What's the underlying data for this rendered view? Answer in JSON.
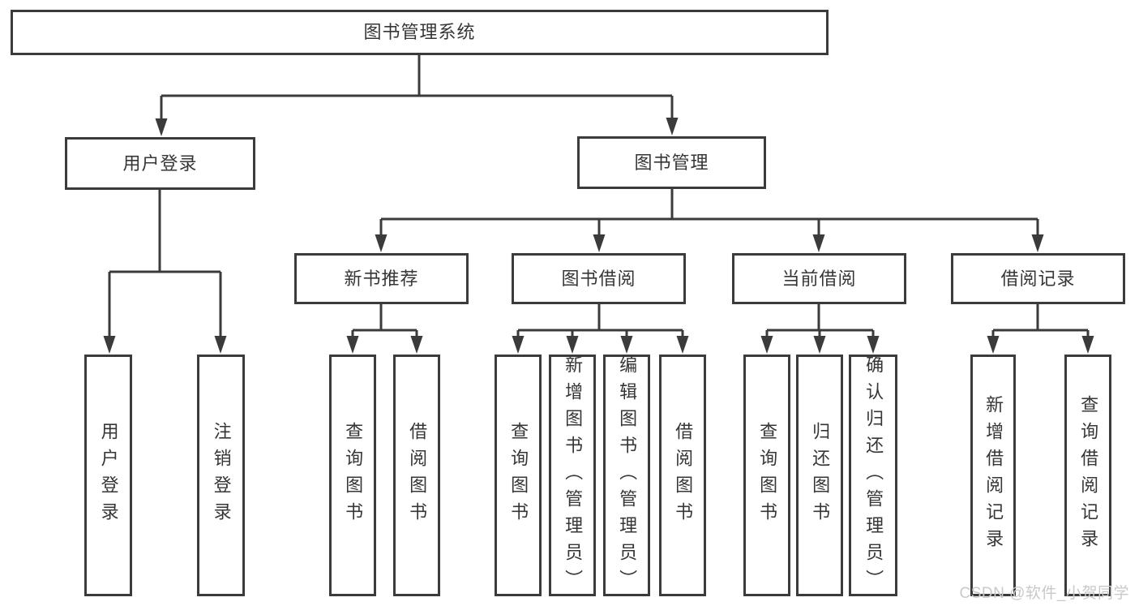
{
  "diagram": {
    "root": {
      "label": "图书管理系统"
    },
    "branches": [
      {
        "label": "用户登录",
        "children": [
          {
            "label": "用户登录"
          },
          {
            "label": "注销登录"
          }
        ]
      },
      {
        "label": "图书管理",
        "children": [
          {
            "label": "新书推荐",
            "children": [
              {
                "label": "查询图书"
              },
              {
                "label": "借阅图书"
              }
            ]
          },
          {
            "label": "图书借阅",
            "children": [
              {
                "label": "查询图书"
              },
              {
                "label": "新增图书（管理员）"
              },
              {
                "label": "编辑图书（管理员）"
              },
              {
                "label": "借阅图书"
              }
            ]
          },
          {
            "label": "当前借阅",
            "children": [
              {
                "label": "查询图书"
              },
              {
                "label": "归还图书"
              },
              {
                "label": "确认归还（管理员）"
              }
            ]
          },
          {
            "label": "借阅记录",
            "children": [
              {
                "label": "新增借阅记录"
              },
              {
                "label": "查询借阅记录"
              }
            ]
          }
        ]
      }
    ],
    "watermark": "CSDN @软件_小贺同学",
    "colors": {
      "line": "#3b3b3b",
      "text": "#363636",
      "watermark": "#c9c9c9",
      "background": "#ffffff"
    }
  }
}
